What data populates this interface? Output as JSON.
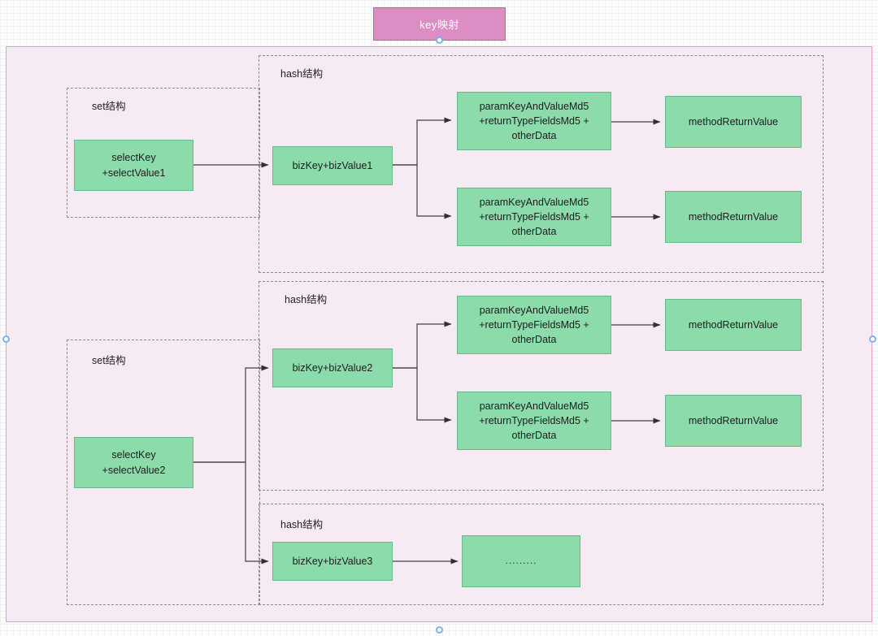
{
  "diagram": {
    "title_box": {
      "label": "key映射"
    },
    "groups": [
      {
        "id": "hash-1",
        "label": "hash结构"
      },
      {
        "id": "hash-2",
        "label": "hash结构"
      },
      {
        "id": "hash-3",
        "label": "hash结构"
      },
      {
        "id": "set-1",
        "label": "set结构"
      },
      {
        "id": "set-2",
        "label": "set结构"
      }
    ],
    "nodes": {
      "select_key_value1": "selectKey\n+selectValue1",
      "select_key_value2": "selectKey\n+selectValue2",
      "biz_key_value1": "bizKey+bizValue1",
      "biz_key_value2": "bizKey+bizValue2",
      "biz_key_value3": "bizKey+bizValue3",
      "param_md5_1": "paramKeyAndValueMd5\n+returnTypeFieldsMd5 +\notherData",
      "param_md5_2": "paramKeyAndValueMd5\n+returnTypeFieldsMd5 +\notherData",
      "param_md5_3": "paramKeyAndValueMd5\n+returnTypeFieldsMd5 +\notherData",
      "param_md5_4": "paramKeyAndValueMd5\n+returnTypeFieldsMd5 +\notherData",
      "method_return_1": "methodReturnValue",
      "method_return_2": "methodReturnValue",
      "method_return_3": "methodReturnValue",
      "method_return_4": "methodReturnValue",
      "ellipsis": "........."
    },
    "colors": {
      "node_fill": "#8cdcab",
      "node_border": "#69b98b",
      "panel_fill": "#f7ebf3",
      "panel_border": "#e79bd0",
      "title_fill": "#db8dc4",
      "title_border": "#e8547f",
      "group_border": "#8a8a8a",
      "edge": "#404040",
      "handle": "#7fb2ea"
    }
  }
}
